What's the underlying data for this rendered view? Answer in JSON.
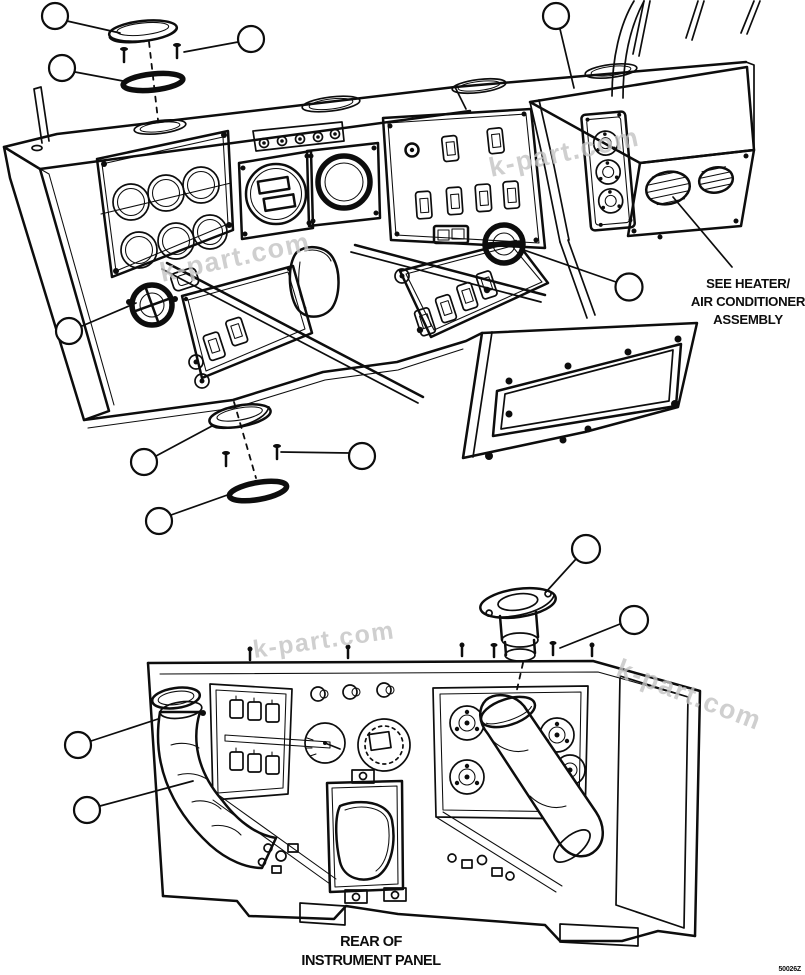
{
  "colors": {
    "background": "#ffffff",
    "line": "#0d0d0d",
    "watermark": "#c4c4c4"
  },
  "watermark": {
    "text": "k-part.com"
  },
  "labels": {
    "heater_note_line1": "SEE HEATER/",
    "heater_note_line2": "AIR CONDITIONER",
    "heater_note_line3": "ASSEMBLY",
    "rear_note_line1": "REAR OF",
    "rear_note_line2": "INSTRUMENT PANEL",
    "figure_code": "50026Z"
  },
  "callouts": {
    "style": "unnumbered-balloon",
    "front_view_count": 9,
    "rear_view_count": 4
  }
}
